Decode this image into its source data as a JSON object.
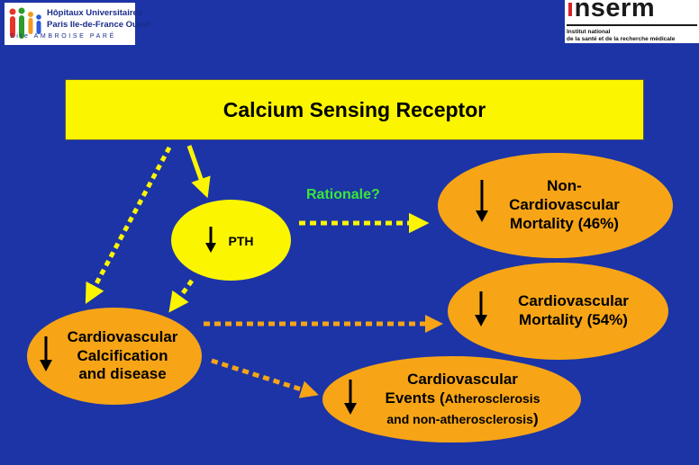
{
  "logos": {
    "hopitaux": {
      "line1": "Hôpitaux Universitaires",
      "line2": "Paris Ile-de-France Ouest",
      "line3": "Site AMBROISE PARÉ"
    },
    "inserm": {
      "word": "inserm",
      "sub1": "Institut national",
      "sub2": "de la santé et de la recherche médicale"
    }
  },
  "title": "Calcium Sensing Receptor",
  "nodes": {
    "pth": "PTH",
    "non_cv_mortality": {
      "l1": "Non-",
      "l2": "Cardiovascular",
      "l3": "Mortality (46%)"
    },
    "cv_mortality": {
      "l1": "Cardiovascular",
      "l2": "Mortality (54%)"
    },
    "cv_calcification": {
      "l1": "Cardiovascular",
      "l2": "Calcification",
      "l3": "and disease"
    },
    "cv_events": {
      "l1": "Cardiovascular",
      "l2a": "Events (",
      "l2b": "Atherosclerosis",
      "l3a": "and non-atherosclerosis",
      "l3b": ")"
    }
  },
  "rationale": "Rationale?",
  "colors": {
    "background": "#1c34a6",
    "title_box": "#fbf600",
    "orange_node": "#f7a516",
    "yellow_node": "#fbf600",
    "rationale": "#39e639",
    "dashed_orange": "#f7a516"
  }
}
